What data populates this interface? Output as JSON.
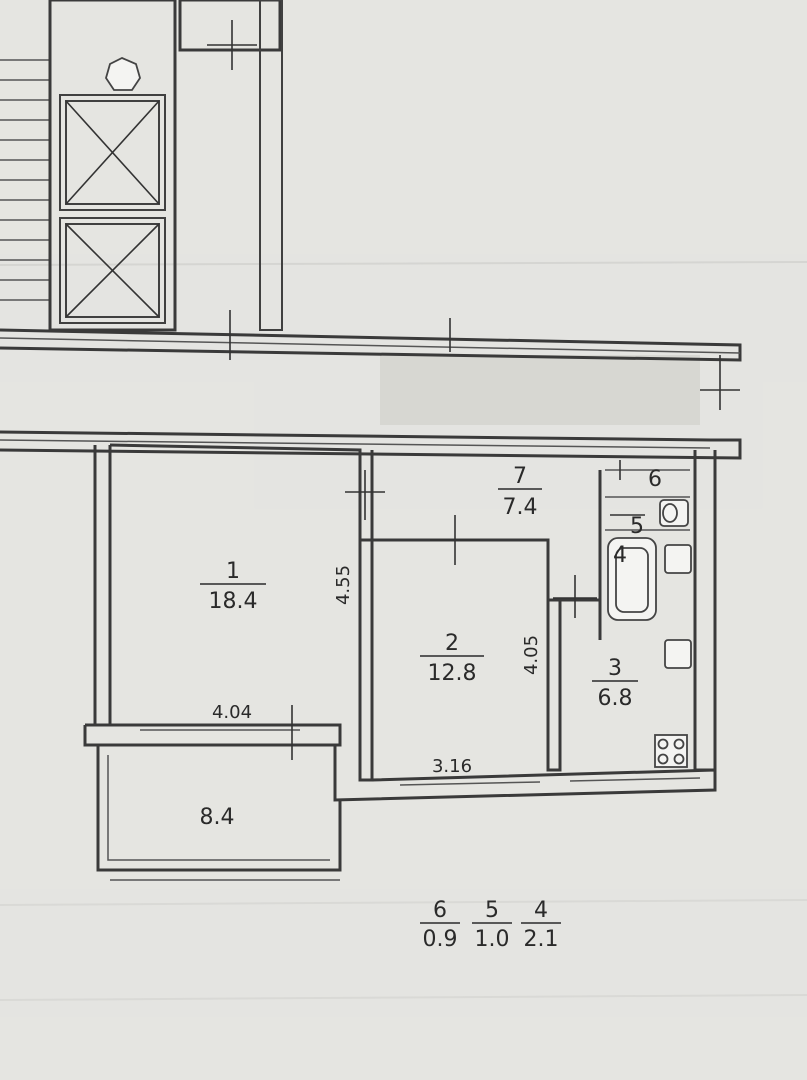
{
  "rooms": [
    {
      "number": "1",
      "area": "18.4"
    },
    {
      "number": "2",
      "area": "12.8"
    },
    {
      "number": "3",
      "area": "6.8"
    },
    {
      "number": "7",
      "area": "7.4"
    }
  ],
  "small_rooms_marks": [
    "6",
    "5",
    "4"
  ],
  "loggia": {
    "area": "8.4"
  },
  "dimensions": [
    "4.55",
    "4.04",
    "4.05",
    "3.16"
  ],
  "summary": [
    {
      "number": "6",
      "area": "0.9"
    },
    {
      "number": "5",
      "area": "1.0"
    },
    {
      "number": "4",
      "area": "2.1"
    }
  ]
}
